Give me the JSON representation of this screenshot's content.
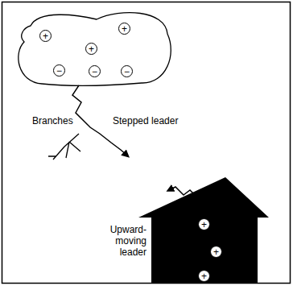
{
  "diagram": {
    "nodes": [
      {
        "text": [
          "+"
        ]
      },
      {
        "text": [
          "+"
        ]
      },
      {
        "text": [
          "+"
        ]
      },
      {
        "text": [
          "−"
        ]
      },
      {
        "text": [
          "−"
        ]
      },
      {
        "text": [
          "−"
        ]
      },
      {
        "text": [
          "+"
        ]
      },
      {
        "text": [
          "+"
        ]
      },
      {
        "text": [
          "+"
        ]
      }
    ],
    "labels": [
      "Branches",
      "Stepped leader",
      "Upward-moving leader"
    ]
  }
}
